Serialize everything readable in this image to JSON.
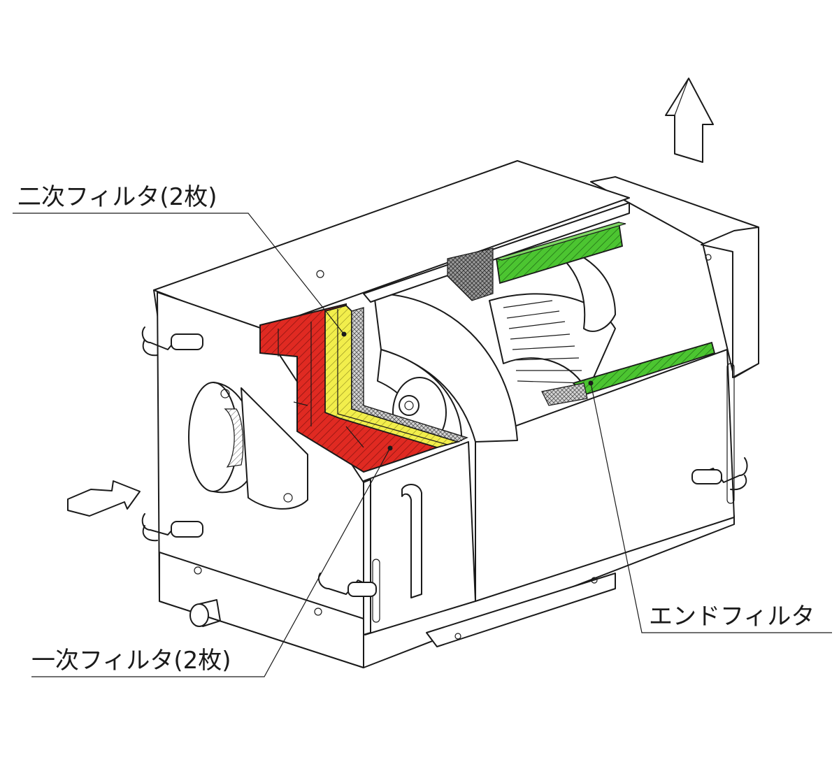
{
  "labels": {
    "secondary_filter": "二次フィルタ(2枚)",
    "primary_filter": "一次フィルタ(2枚)",
    "end_filter": "エンドフィルタ"
  },
  "colors": {
    "primary_filter": "#e02a22",
    "secondary_filter": "#f2ee4c",
    "end_filter": "#4cc531",
    "mesh": "#b0b0b0"
  },
  "icons": {
    "inlet_arrow": "arrow-right-icon",
    "outlet_arrow": "arrow-up-icon"
  }
}
